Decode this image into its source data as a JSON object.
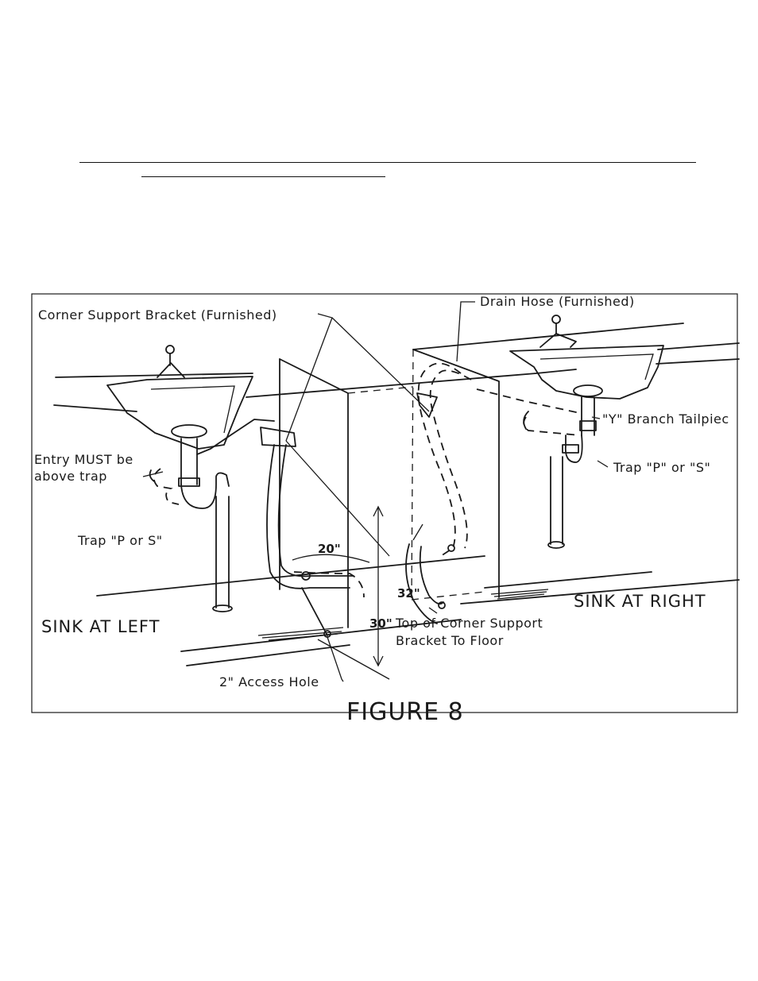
{
  "labels": {
    "corner_support_bracket": "Corner Support Bracket (Furnished)",
    "drain_hose": "Drain Hose (Furnished)",
    "y_branch": "\"Y\" Branch Tailpiec",
    "trap_right": "Trap \"P\" or \"S\"",
    "entry_line1": "Entry MUST be",
    "entry_line2": "above trap",
    "trap_left": "Trap \"P or S\"",
    "dim_20": "20\"",
    "dim_32": "32\"",
    "dim_30": "30\"",
    "top_bracket_line1": "Top of Corner Support",
    "top_bracket_line2": "Bracket To Floor",
    "access_hole": "2\" Access Hole",
    "sink_left": "SINK AT LEFT",
    "sink_right": "SINK AT RIGHT",
    "figure_caption": "FIGURE 8"
  },
  "colors": {
    "ink": "#1a1a1a",
    "paper": "#ffffff"
  }
}
